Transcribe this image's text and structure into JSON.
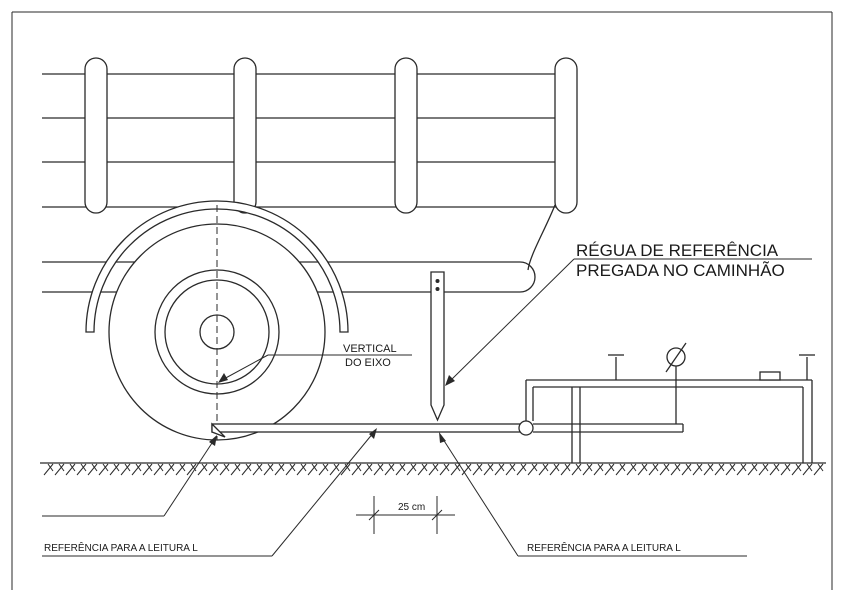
{
  "labels": {
    "ruler_title_1": "RÉGUA DE REFERÊNCIA",
    "ruler_title_2": "PREGADA NO CAMINHÃO",
    "axis_1": "VERTICAL",
    "axis_2": "DO EIXO",
    "dimension": "25 cm",
    "reading_ref_left": "REFERÊNCIA PARA A LEITURA L",
    "reading_ref_right": "REFERÊNCIA PARA A LEITURA L"
  },
  "colors": {
    "line": "#2a2a2a",
    "background": "#ffffff"
  }
}
